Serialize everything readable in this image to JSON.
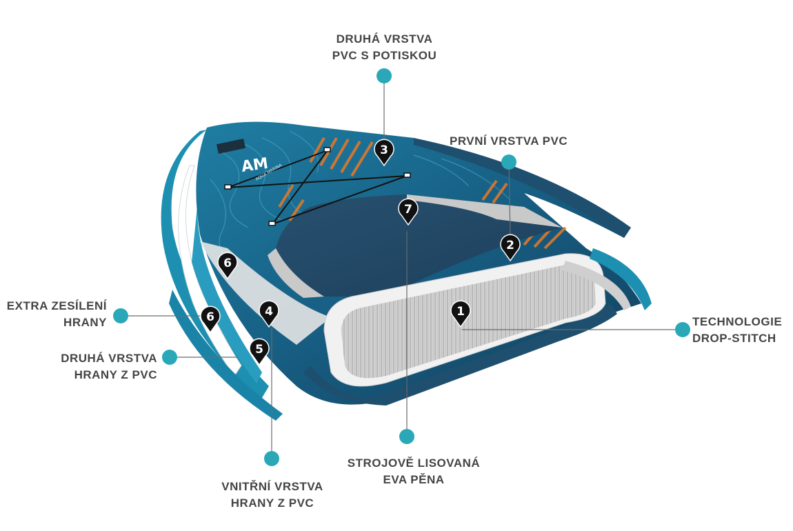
{
  "colors": {
    "accent": "#2aa8b8",
    "pin": "#111111",
    "label_text": "#444444",
    "board_dark": "#1e4f6e",
    "board_teal": "#1d8fb0",
    "stripe_orange": "#e0772a",
    "grey_layer": "#c9c9c9"
  },
  "brand": {
    "logo_text": "AM",
    "logo_sub": "AQUA MARINA"
  },
  "callouts": [
    {
      "id": "c1",
      "number": "1",
      "lines": [
        "TECHNOLOGIE",
        "DROP-STITCH"
      ]
    },
    {
      "id": "c2",
      "number": "2",
      "lines": [
        "PRVNÍ VRSTVA PVC"
      ]
    },
    {
      "id": "c3",
      "number": "3",
      "lines": [
        "DRUHÁ VRSTVA",
        "PVC S POTISKOU"
      ]
    },
    {
      "id": "c4",
      "number": "4",
      "lines": [
        "VNITŘNÍ VRSTVA",
        "HRANY Z PVC"
      ]
    },
    {
      "id": "c5",
      "number": "5",
      "lines": [
        "DRUHÁ VRSTVA",
        "HRANY Z PVC"
      ]
    },
    {
      "id": "c6a",
      "number": "6",
      "lines": [
        "EXTRA ZESÍLENÍ",
        "HRANY"
      ]
    },
    {
      "id": "c6b",
      "number": "6",
      "lines": []
    },
    {
      "id": "c7",
      "number": "7",
      "lines": [
        "STROJOVĚ LISOVANÁ",
        "EVA PĚNA"
      ]
    }
  ]
}
